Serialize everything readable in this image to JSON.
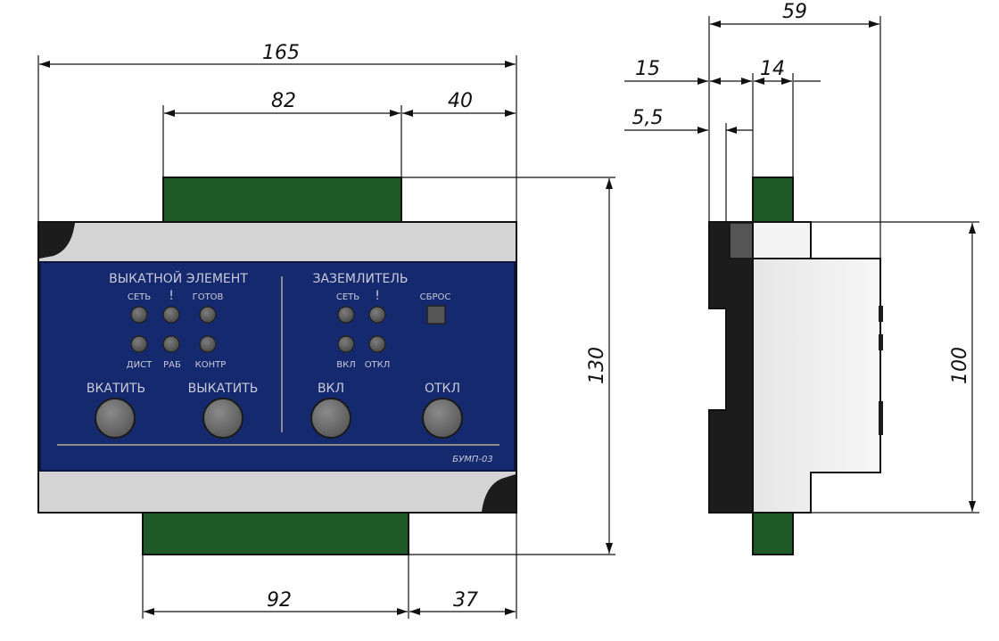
{
  "dimensions": {
    "overall_width": "165",
    "top_terminal_width": "82",
    "top_terminal_right": "40",
    "overall_height": "130",
    "bottom_terminal_width": "92",
    "bottom_terminal_right": "37",
    "depth": "59",
    "front_offset": "15",
    "terminal_depth": "14",
    "front_thickness": "5,5",
    "body_height": "100"
  },
  "panel": {
    "section_left": "ВЫКАТНОЙ ЭЛЕМЕНТ",
    "section_right": "ЗАЗЕМЛИТЕЛЬ",
    "led_top_labels": [
      "СЕТЬ",
      "!",
      "ГОТОВ"
    ],
    "led_bottom_labels": [
      "ДИСТ",
      "РАБ",
      "КОНТР"
    ],
    "ground_top_labels": [
      "СЕТЬ",
      "!"
    ],
    "ground_bottom_labels": [
      "ВКЛ",
      "ОТКЛ"
    ],
    "reset_label": "СБРОС",
    "buttons": [
      "ВКАТИТЬ",
      "ВЫКАТИТЬ",
      "ВКЛ",
      "ОТКЛ"
    ],
    "model": "БУМП-03"
  },
  "colors": {
    "panel": "#152a6e",
    "terminal": "#1e5a28",
    "housing": "#d4d4d4",
    "side_body": "#eeeeee",
    "dark": "#1c1c1c"
  }
}
